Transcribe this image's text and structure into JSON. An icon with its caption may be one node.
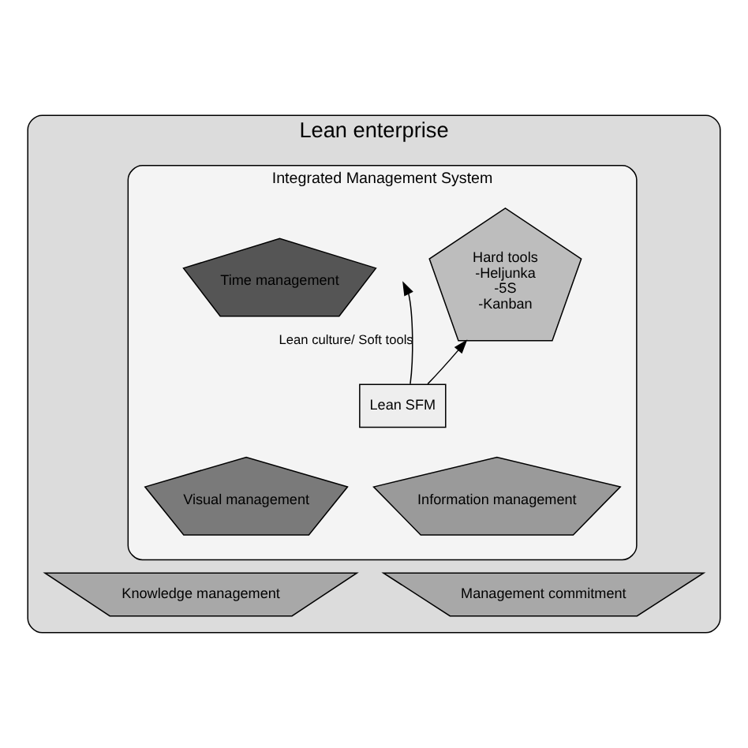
{
  "diagram": {
    "nodes": [
      {
        "text": [
          "Lean enterprise"
        ]
      },
      {
        "text": [
          "Integrated Management System"
        ],
        "in": 0
      },
      {
        "text": [
          "Time management"
        ],
        "in": 1
      },
      {
        "text": [
          "Hard tools",
          "-Heljunka",
          "-5S",
          "-Kanban"
        ],
        "in": 1
      },
      {
        "text": [
          "Lean SFM"
        ],
        "in": 1
      },
      {
        "text": [
          "Visual management"
        ],
        "in": 1
      },
      {
        "text": [
          "Information management"
        ],
        "in": 1
      },
      {
        "text": [
          "Knowledge management"
        ],
        "in": 0
      },
      {
        "text": [
          "Management commitment"
        ],
        "in": 0
      }
    ],
    "edges": [
      {
        "from": 4,
        "to": null,
        "arrow": "to",
        "label": "Lean culture/ Soft tools"
      },
      {
        "from": 4,
        "to": 3,
        "arrow": "to"
      }
    ]
  }
}
